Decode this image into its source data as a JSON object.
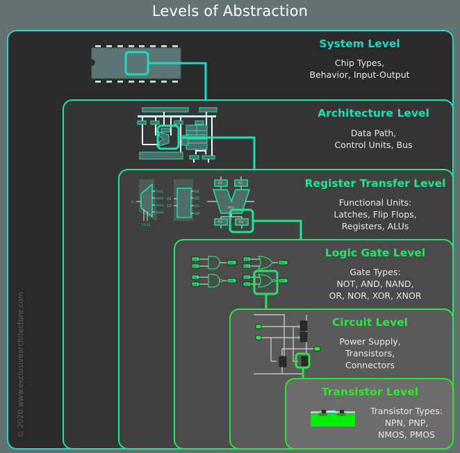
{
  "title": "Levels of Abstraction",
  "levels": [
    {
      "name": "System Level",
      "description": [
        "Chip Types,",
        "Behavior, Input-Output"
      ],
      "accent": "#1ed9c8"
    },
    {
      "name": "Architecture Level",
      "description": [
        "Data Path,",
        "Control Units, Bus"
      ],
      "accent": "#1de2b0"
    },
    {
      "name": "Register Transfer Level",
      "description": [
        "Functional Units:",
        "Latches, Flip Flops,",
        "Registers, ALUs"
      ],
      "accent": "#1fe58e"
    },
    {
      "name": "Logic Gate Level",
      "description": [
        "Gate Types:",
        "NOT, AND, NAND,",
        "OR, NOR, XOR, XNOR"
      ],
      "accent": "#22e56a"
    },
    {
      "name": "Circuit Level",
      "description": [
        "Power Supply,",
        "Transistors,",
        "Connectors"
      ],
      "accent": "#27e647"
    },
    {
      "name": "Transistor Level",
      "description": [
        "Transistor Types:",
        "NPN, PNP,",
        "NMOS, PMOS"
      ],
      "accent": "#2ae82c"
    }
  ],
  "rtl_labels": {
    "demux_in": "In",
    "demux_outputs": [
      "Out1",
      "Out2",
      "Out3",
      "Out4"
    ],
    "demux_selects": [
      "S1",
      "S2"
    ],
    "latch_inputs": [
      "D1",
      "D2"
    ],
    "latch_outputs": [
      "Q1",
      "Q2",
      "Q3",
      "Q4"
    ],
    "registers": [
      "R1",
      "R2",
      "R3",
      "R4"
    ],
    "alu": "ALU"
  },
  "gate_labels": {
    "in1": "In1",
    "in2": "In2",
    "out": "Out"
  },
  "copyright": "© 2020 www.exclusivearchitecture.com"
}
